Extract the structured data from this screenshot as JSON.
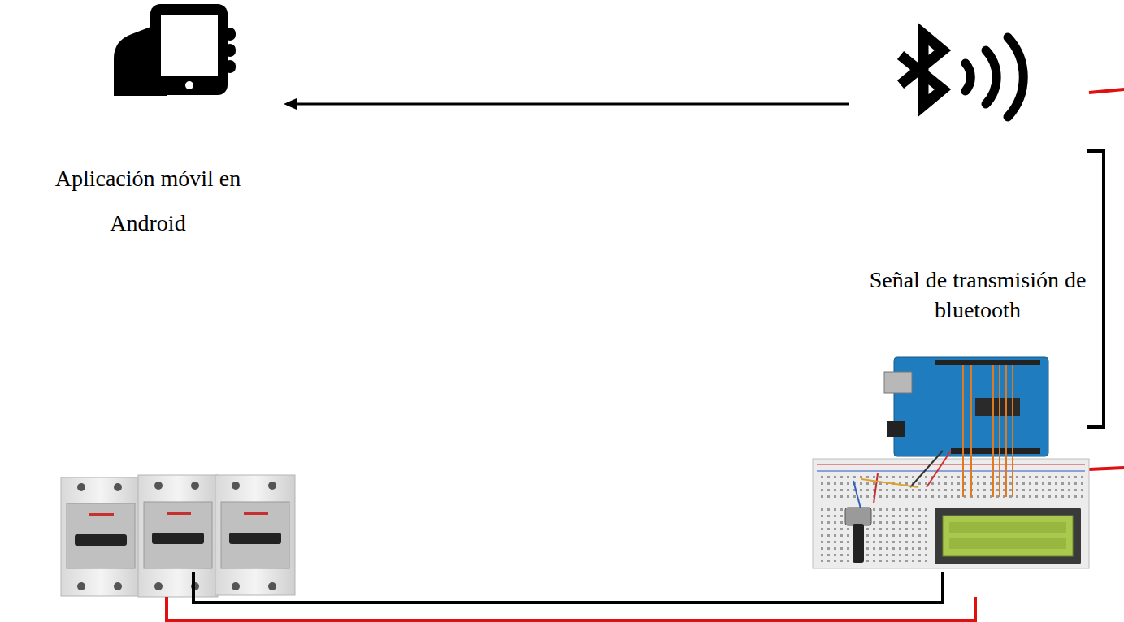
{
  "diagram": {
    "nodes": [
      {
        "text": [
          "Aplicación móvil en Android"
        ]
      },
      {
        "text": [
          "Señal de transmisión de bluetooth"
        ]
      }
    ],
    "edges": [
      {
        "from": 1,
        "to": 0,
        "arrow": "to"
      }
    ]
  }
}
